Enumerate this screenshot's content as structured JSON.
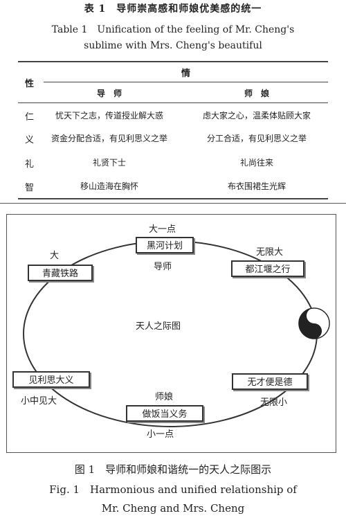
{
  "table": {
    "caption_zh": "表 1　导师崇高感和师娘优美感的统一",
    "caption_en_line1": "Table 1　Unification of the feeling of Mr. Cheng's",
    "caption_en_line2": "sublime with Mrs. Cheng's beautiful",
    "header_xing": "性",
    "header_qing": "情",
    "col_daoshi": "导　师",
    "col_shiniang": "师　娘",
    "rows": [
      {
        "label": "仁",
        "daoshi": "忧天下之志，传道授业解大惑",
        "shiniang": "虑大家之心，温柔体贴顾大家"
      },
      {
        "label": "义",
        "daoshi": "资金分配合适，有见利思义之举",
        "shiniang": "分工合适，有见利思义之举"
      },
      {
        "label": "礼",
        "daoshi": "礼贤下士",
        "shiniang": "礼尚往来"
      },
      {
        "label": "智",
        "daoshi": "移山造海在胸怀",
        "shiniang": "布衣围裙生光辉"
      }
    ]
  },
  "figure": {
    "center_label": "天人之际图",
    "nodes": {
      "top": "黑河计划",
      "top_right": "都江堰之行",
      "top_left": "青藏铁路",
      "bottom_right": "无才便是德",
      "bottom_left": "见利思大义",
      "bottom": "做饭当义务"
    },
    "labels": {
      "top_above": "大一点",
      "top_below": "导师",
      "top_right": "无限大",
      "top_left": "大",
      "bottom_right": "无限小",
      "bottom_left": "小中见大",
      "bottom_above": "师娘",
      "bottom_below": "小一点"
    },
    "caption_zh": "图 1　导师和师娘和谐统一的天人之际图示",
    "caption_en_line1": "Fig. 1　Harmonious and unified relationship of",
    "caption_en_line2": "Mr. Cheng and Mrs. Cheng"
  }
}
